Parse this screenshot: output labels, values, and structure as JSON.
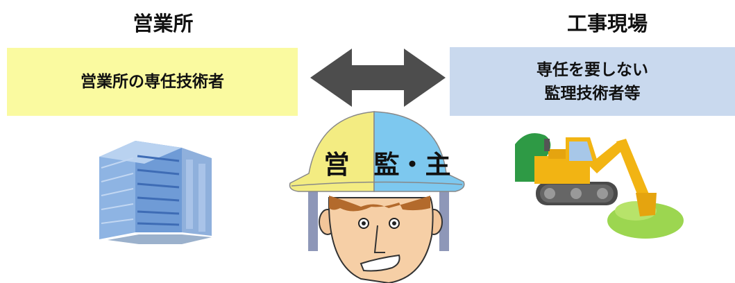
{
  "colors": {
    "left_box_fill": "#fafaa0",
    "right_box_fill": "#c9d9ee",
    "arrow": "#4d4d4d",
    "helmet_left": "#f3ec82",
    "helmet_right": "#7dc8ef"
  },
  "headings": {
    "left": "営業所",
    "right": "工事現場"
  },
  "boxes": {
    "left": {
      "text": "営業所の専任技術者"
    },
    "right": {
      "line1": "専任を要しない",
      "line2": "監理技術者等"
    }
  },
  "helmet": {
    "left_char": "営",
    "right_chars": "監・主"
  },
  "icons": {
    "arrow": "double-headed-arrow-icon",
    "building": "office-building-icon",
    "worker": "worker-with-helmet-icon",
    "excavator": "excavator-icon"
  }
}
